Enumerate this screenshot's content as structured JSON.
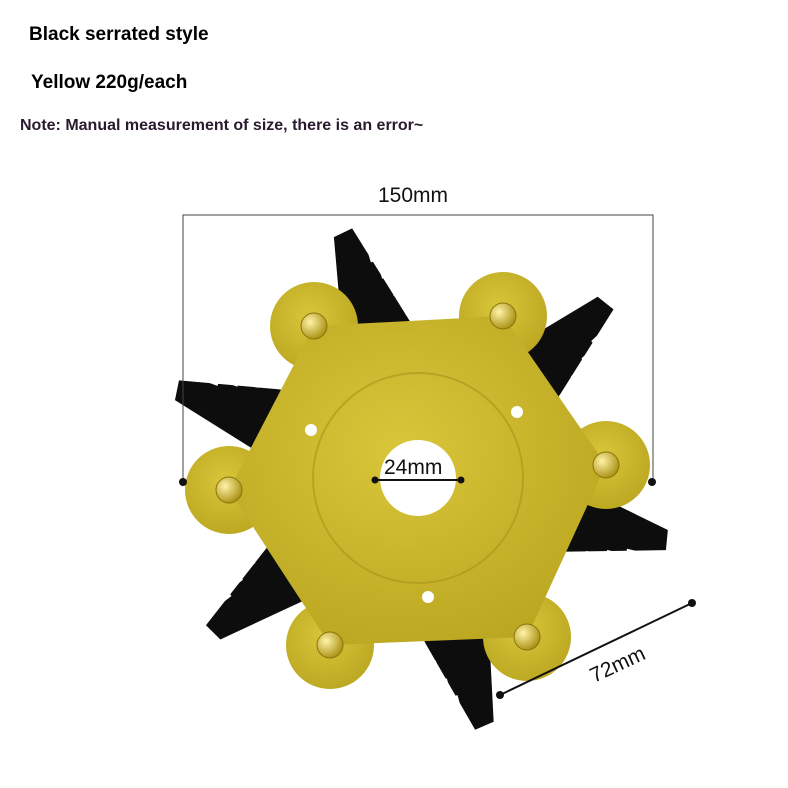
{
  "heading": "Black serrated style",
  "variant": "Yellow 220g/each",
  "note": "Note: Manual measurement of size, there is an error~",
  "dimensions": {
    "width": "150mm",
    "hole": "24mm",
    "blade": "72mm"
  },
  "colors": {
    "plate": "#c9b52a",
    "blade": "#0d0d0d",
    "bolt": "#d8c24a"
  }
}
